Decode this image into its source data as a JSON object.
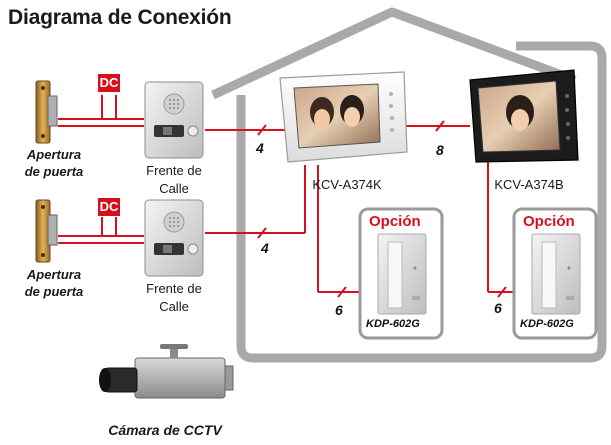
{
  "title": "Diagrama de Conexión",
  "colors": {
    "wire": "#d6101e",
    "house": "#a9a9a9",
    "option_border": "#9a9a9a",
    "accent": "#d6101e"
  },
  "door_openers": [
    {
      "label_line1": "Apertura",
      "label_line2": "de puerta",
      "badge": "DC"
    },
    {
      "label_line1": "Apertura",
      "label_line2": "de puerta",
      "badge": "DC"
    }
  ],
  "door_stations": [
    {
      "label_line1": "Frente de",
      "label_line2": "Calle",
      "wire_count": "4"
    },
    {
      "label_line1": "Frente de",
      "label_line2": "Calle",
      "wire_count": "4"
    }
  ],
  "monitors": [
    {
      "model": "KCV-A374K"
    },
    {
      "model": "KCV-A374B"
    }
  ],
  "monitor_link_count": "8",
  "options": [
    {
      "header": "Opción",
      "model": "KDP-602G",
      "wire_count": "6"
    },
    {
      "header": "Opción",
      "model": "KDP-602G",
      "wire_count": "6"
    }
  ],
  "camera": {
    "label": "Cámara de CCTV"
  }
}
